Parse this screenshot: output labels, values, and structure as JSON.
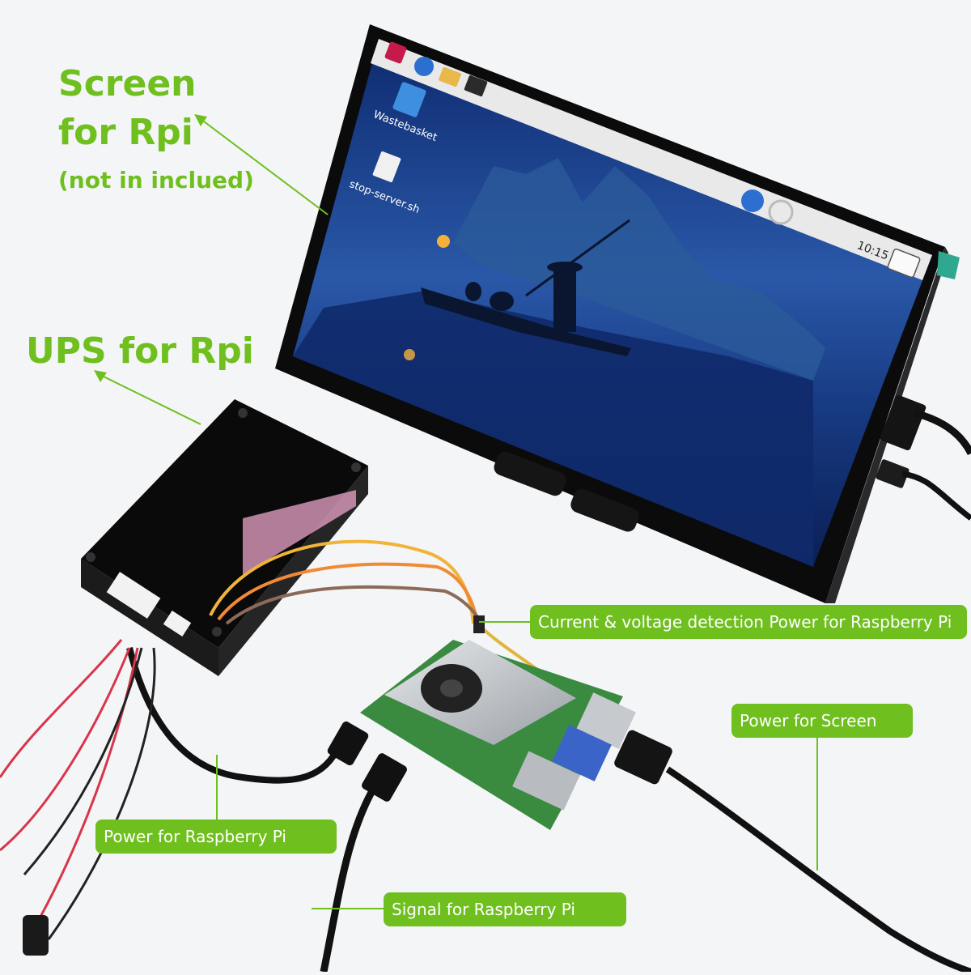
{
  "headings": {
    "screen_line1": "Screen",
    "screen_line2": "for Rpi",
    "screen_note": "(not in inclued)",
    "ups": "UPS for Rpi"
  },
  "callouts": {
    "detection": "Current & voltage detection Power for Raspberry Pi",
    "screen_power": "Power for Screen",
    "pi_power": "Power for Raspberry Pi",
    "signal": "Signal for Raspberry Pi"
  },
  "display": {
    "clock": "10:15",
    "desktop_icons": [
      "Wastebasket",
      "stop-server.sh"
    ]
  },
  "colors": {
    "accent_green": "#6fbf1f",
    "background": "#f4f5f7",
    "screen_blue": "#1a3f86"
  },
  "icons": [
    "raspberry-logo-icon",
    "globe-icon",
    "folder-icon",
    "terminal-icon",
    "wastebasket-icon",
    "script-file-icon",
    "download-icon",
    "sync-icon",
    "keyboard-icon"
  ]
}
